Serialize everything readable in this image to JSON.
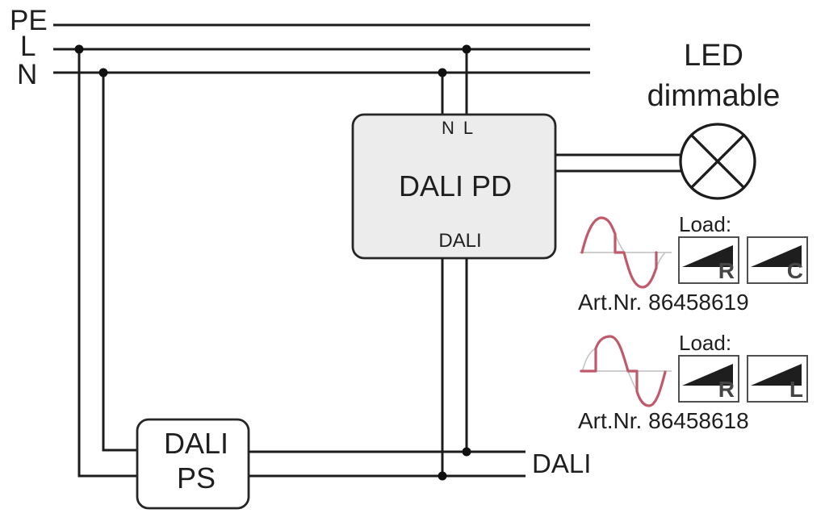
{
  "bus": {
    "pe": "PE",
    "l": "L",
    "n": "N"
  },
  "pd_box": {
    "terminal_n": "N",
    "terminal_l": "L",
    "title": "DALI PD",
    "terminal_bottom": "DALI"
  },
  "ps_box": {
    "line1": "DALI",
    "line2": "PS"
  },
  "led": {
    "line1": "LED",
    "line2": "dimmable"
  },
  "dali_bus_label": "DALI",
  "variants": [
    {
      "load_label": "Load:",
      "letters": [
        "R",
        "C"
      ],
      "art_nr": "Art.Nr. 86458619"
    },
    {
      "load_label": "Load:",
      "letters": [
        "R",
        "L"
      ],
      "art_nr": "Art.Nr. 86458618"
    }
  ],
  "colors": {
    "wire": "#1c1c1c",
    "pd_fill": "#ececec",
    "sine_red": "#c05a6b",
    "triangle": "#1e1e1e"
  }
}
